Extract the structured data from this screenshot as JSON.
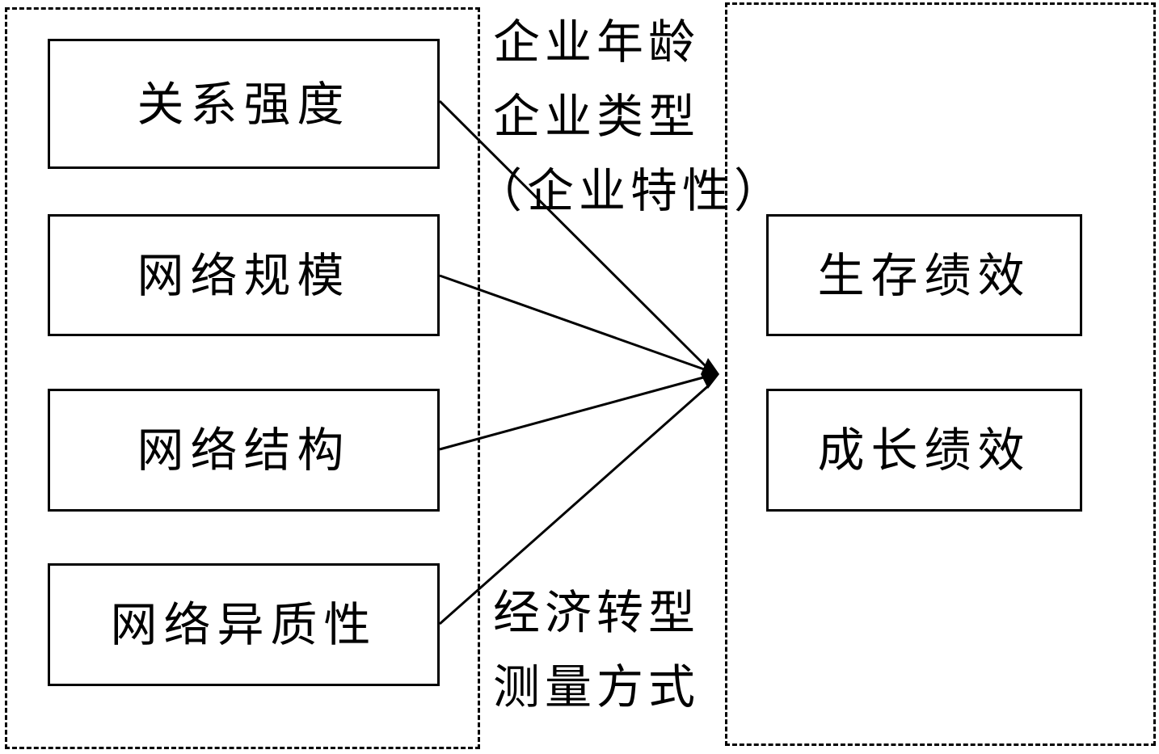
{
  "network_features": {
    "relation_strength": "关系强度",
    "network_scale": "网络规模",
    "network_structure": "网络结构",
    "network_heterogeneity": "网络异质性"
  },
  "moderators": {
    "firm_age": "企业年龄",
    "firm_type": "企业类型",
    "firm_traits": "（企业特性）",
    "economic_transition": "经济转型",
    "measurement_method": "测量方式"
  },
  "performance": {
    "survival": "生存绩效",
    "growth": "成长绩效"
  }
}
